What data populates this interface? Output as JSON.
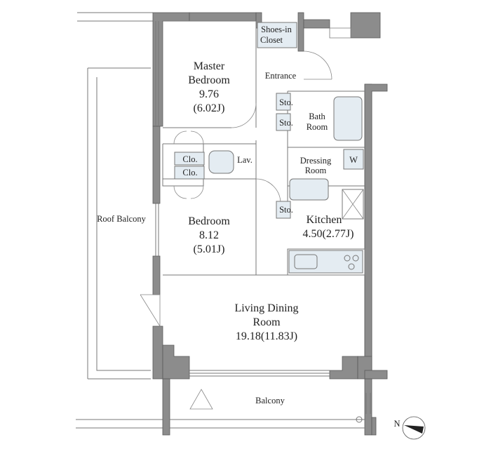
{
  "rooms": {
    "master_bedroom": {
      "name_line1": "Master",
      "name_line2": "Bedroom",
      "area_tatami": "9.76",
      "area_jo": "(6.02J)"
    },
    "bedroom": {
      "name": "Bedroom",
      "area_tatami": "8.12",
      "area_jo": "(5.01J)"
    },
    "living_dining": {
      "name_line1": "Living Dining",
      "name_line2": "Room",
      "area": "19.18(11.83J)"
    },
    "kitchen": {
      "name": "Kitchen",
      "area": "4.50(2.77J)"
    },
    "bath": {
      "name_line1": "Bath",
      "name_line2": "Room"
    },
    "dressing": {
      "name_line1": "Dressing",
      "name_line2": "Room"
    },
    "entrance": {
      "name": "Entrance"
    },
    "shoes_closet": {
      "name_line1": "Shoes-in",
      "name_line2": "Closet"
    },
    "lavatory": {
      "name": "Lav."
    },
    "washer": {
      "name": "W"
    },
    "closet_1": {
      "name": "Clo."
    },
    "closet_2": {
      "name": "Clo."
    },
    "storage_1": {
      "name": "Sto."
    },
    "storage_2": {
      "name": "Sto."
    },
    "storage_3": {
      "name": "Sto."
    },
    "roof_balcony": {
      "name": "Roof Balcony"
    },
    "balcony": {
      "name": "Balcony"
    }
  },
  "compass": {
    "label": "N",
    "icon": "north-arrow-icon"
  },
  "colors": {
    "wall": "#8c8c8c",
    "fixture": "#e4ecf2",
    "line": "#777777"
  }
}
